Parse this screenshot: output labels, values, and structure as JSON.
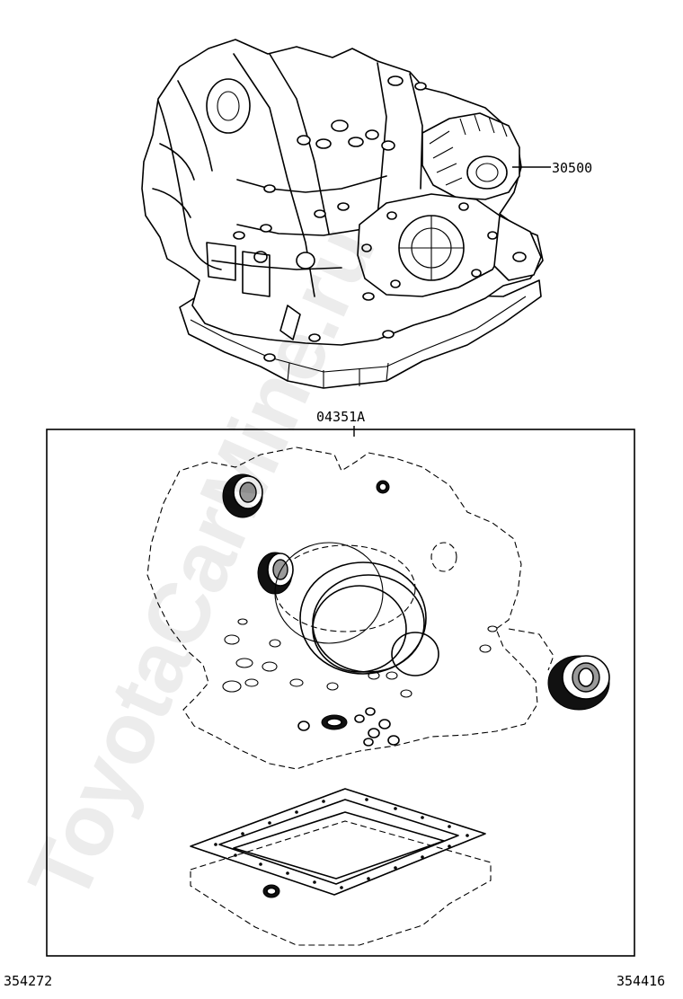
{
  "parts": {
    "transaxle_assembly": {
      "number": "30500"
    },
    "overhaul_gasket_kit": {
      "number": "04351A"
    }
  },
  "footer": {
    "left_code": "354272",
    "right_code": "354416"
  },
  "watermark": {
    "text": "ToyotaCarMine.ru"
  }
}
